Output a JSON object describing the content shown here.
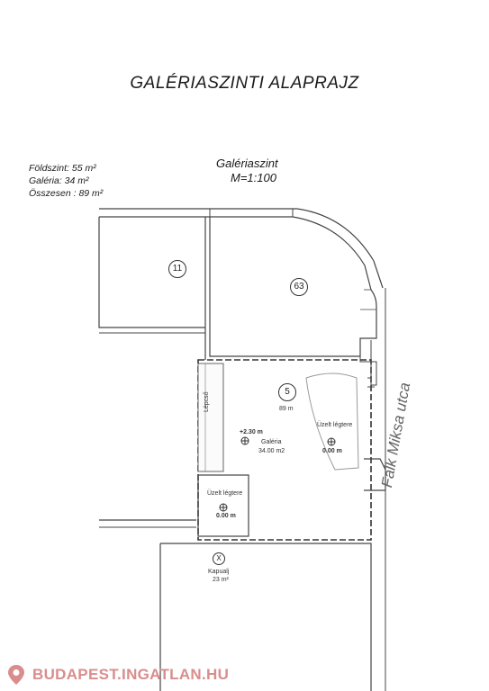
{
  "title": "GALÉRIASZINTI ALAPRAJZ",
  "areas": {
    "foldszint": "Földszint:  55 m²",
    "galeria": "Galéria:  34 m²",
    "osszesen": "Összesen : 89 m²"
  },
  "level": {
    "name": "Galériaszint",
    "scale": "M=1:100"
  },
  "rooms": {
    "unit11": "11",
    "unit63": "63",
    "unit5": "5",
    "unit5_area": "89 m",
    "stairs": "Lépcső",
    "gallery_level": "+2.30 m",
    "gallery_name": "Galéria",
    "gallery_area": "34.00 m2",
    "airspace_right": "Üzelt légtere",
    "airspace_right_level": "0.00 m",
    "airspace_left": "Üzelt légtere",
    "airspace_left_level": "0.00 m",
    "gateway_mark": "X",
    "gateway_name": "Kapualj",
    "gateway_area": "23 m²"
  },
  "street": "Falk Miksa utca",
  "footer": {
    "brand": "BUDAPEST.INGATLAN.HU",
    "brand_color": "#d98d8d"
  }
}
